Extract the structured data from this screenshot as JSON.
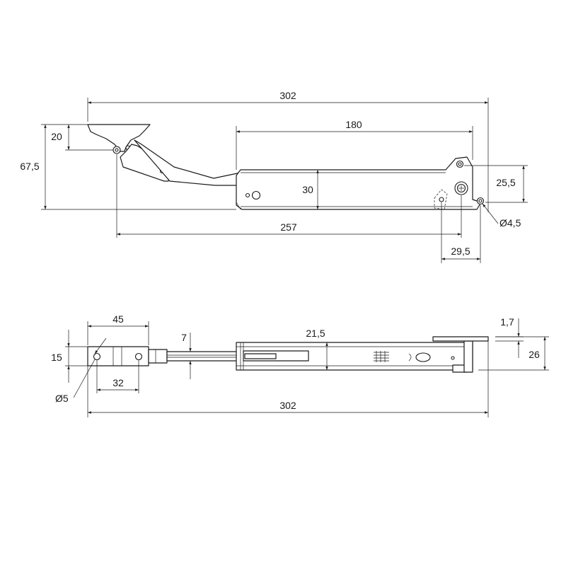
{
  "dimensions": {
    "top_view": {
      "overall_length": "302",
      "body_length": "180",
      "height_overall": "67,5",
      "bracket_height": "20",
      "body_height": "30",
      "pivot_spacing": "257",
      "offset_right": "25,5",
      "hole_diameter": "Ø4,5",
      "hole_offset": "29,5"
    },
    "side_view": {
      "bracket_width": "45",
      "bracket_height": "15",
      "hole_spacing": "32",
      "hole_diameter": "Ø5",
      "rod_thickness": "7",
      "body_height": "21,5",
      "plate_thickness": "1,7",
      "overall_height": "26",
      "overall_length": "302"
    }
  },
  "colors": {
    "line": "#1a1a1a",
    "background": "#ffffff"
  }
}
